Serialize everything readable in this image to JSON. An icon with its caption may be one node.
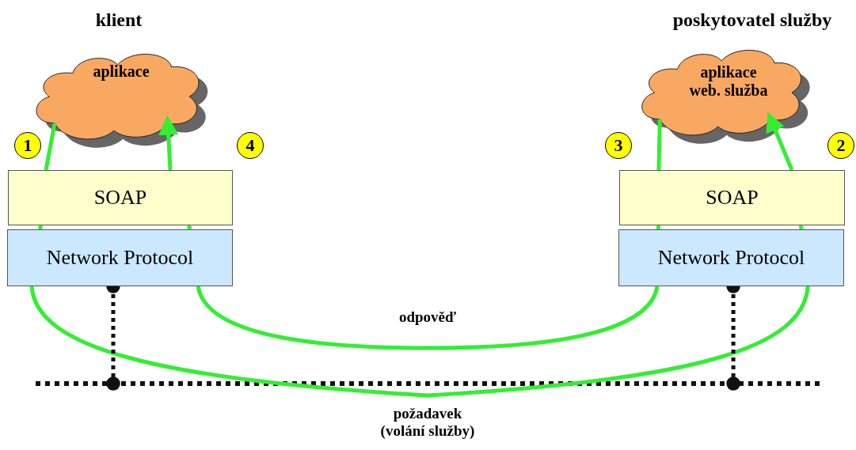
{
  "diagram": {
    "nodes": [
      {
        "text": [
          "aplikace"
        ]
      },
      {
        "text": [
          "1"
        ]
      },
      {
        "text": [
          "4"
        ]
      },
      {
        "text": [
          "SOAP"
        ]
      },
      {
        "text": [
          "Network Protocol"
        ]
      },
      {
        "text": [
          "aplikace web. služba"
        ]
      },
      {
        "text": [
          "3"
        ]
      },
      {
        "text": [
          "2"
        ]
      },
      {
        "text": [
          "SOAP"
        ]
      },
      {
        "text": [
          "Network Protocol"
        ]
      },
      {
        "text": [],
        "shape": "bar"
      }
    ],
    "edges": [
      {
        "from": 0,
        "to": 3,
        "arrow": "none"
      },
      {
        "from": 3,
        "to": 4,
        "arrow": "none"
      },
      {
        "from": 4,
        "to": 9,
        "arrow": "none",
        "label": "požadavek (volání služby)"
      },
      {
        "from": 9,
        "to": 8,
        "arrow": "none"
      },
      {
        "from": 8,
        "to": 5,
        "arrow": "to"
      },
      {
        "from": 5,
        "to": 8,
        "arrow": "none"
      },
      {
        "from": 8,
        "to": 9,
        "arrow": "none"
      },
      {
        "from": 9,
        "to": 4,
        "arrow": "none",
        "label": "odpověď"
      },
      {
        "from": 4,
        "to": 3,
        "arrow": "none"
      },
      {
        "from": 3,
        "to": 0,
        "arrow": "to"
      },
      {
        "from": 4,
        "to": 10,
        "arrow": "other",
        "style": "dashed",
        "color": "#111111"
      },
      {
        "from": 9,
        "to": 10,
        "arrow": "other",
        "style": "dashed",
        "color": "#111111"
      }
    ],
    "labels": [
      "klient",
      "poskytovatel služby"
    ]
  }
}
